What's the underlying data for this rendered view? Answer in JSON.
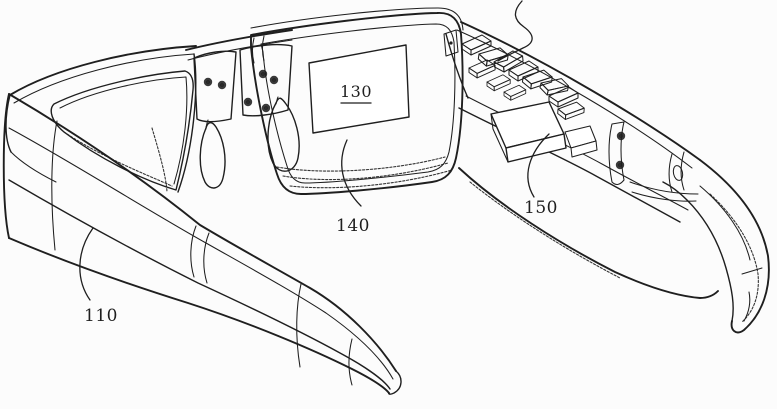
{
  "figure": {
    "colors": {
      "ink": "#1f1f1f",
      "paper": "#fcfcfc"
    },
    "labels": {
      "left_temple_arm": "110",
      "display_area": "130",
      "lens_assembly": "140",
      "electronics_module": "150"
    }
  }
}
